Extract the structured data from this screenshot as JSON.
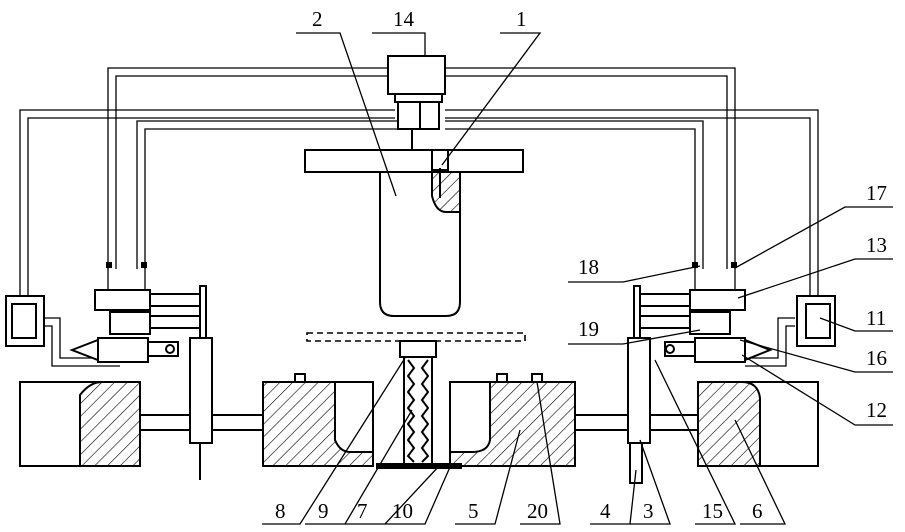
{
  "figure": {
    "labels": {
      "l1": "1",
      "l2": "2",
      "l14": "14",
      "l17": "17",
      "l18": "18",
      "l13": "13",
      "l19": "19",
      "l11": "11",
      "l16": "16",
      "l12": "12",
      "b8": "8",
      "b9": "9",
      "b7": "7",
      "b10": "10",
      "b5": "5",
      "b20": "20",
      "b4": "4",
      "b3": "3",
      "b15": "15",
      "b6": "6"
    }
  }
}
